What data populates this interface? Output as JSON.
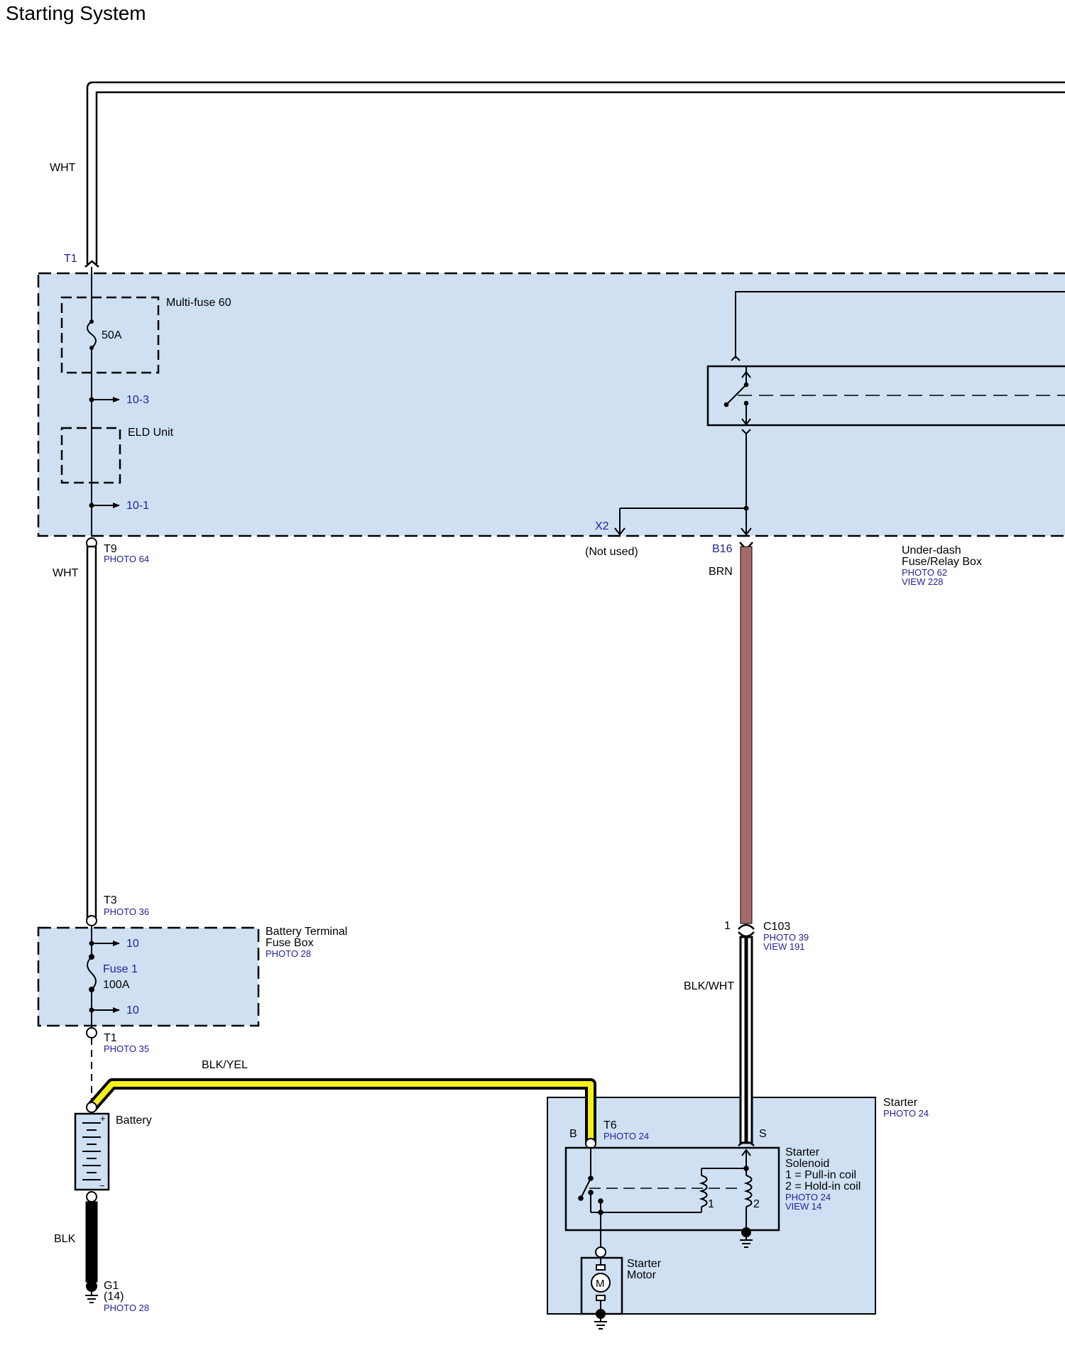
{
  "title": "Starting System",
  "colors": {
    "zone_fill": "#cfe0f3",
    "wire_yellow": "#f5ef1a",
    "wire_brown": "#a56b69",
    "connector_label": "#1f1f9a"
  },
  "top": {
    "wire_color": "WHT",
    "connector": "T1"
  },
  "underhood_box": {
    "multifuse_name": "Multi-fuse 60",
    "multifuse_rating": "50A",
    "branch_upper": "10-3",
    "eld_name": "ELD Unit",
    "branch_lower": "10-1",
    "connector_left": "T9",
    "connector_left_photo": "PHOTO 64",
    "connector_x2": "X2",
    "not_used": "(Not used)",
    "connector_b16": "B16"
  },
  "underdash_box": {
    "name_line1": "Under-dash",
    "name_line2": "Fuse/Relay Box",
    "photo": "PHOTO 62",
    "view": "VIEW 228"
  },
  "wires": {
    "wht_mid": "WHT",
    "brn": "BRN",
    "blk_wht": "BLK/WHT",
    "blk_yel": "BLK/YEL",
    "blk": "BLK"
  },
  "t3": {
    "connector": "T3",
    "photo": "PHOTO 36"
  },
  "battery_fuse_box": {
    "name_line1": "Battery Terminal",
    "name_line2": "Fuse Box",
    "photo": "PHOTO 28",
    "branch_upper": "10",
    "fuse_name": "Fuse 1",
    "fuse_rating": "100A",
    "branch_lower": "10",
    "connector": "T1",
    "connector_photo": "PHOTO 35"
  },
  "battery": {
    "label": "Battery",
    "plus": "+",
    "minus": "−"
  },
  "ground": {
    "name": "G1",
    "number": "(14)",
    "photo": "PHOTO 28"
  },
  "c103": {
    "pin": "1",
    "name": "C103",
    "photo": "PHOTO 39",
    "view": "VIEW 191"
  },
  "starter": {
    "name": "Starter",
    "photo": "PHOTO 24",
    "terminal_b": "B",
    "terminal_s": "S",
    "t6": "T6",
    "t6_photo": "PHOTO 24",
    "solenoid_line1": "Starter",
    "solenoid_line2": "Solenoid",
    "coil1_desc": "1 = Pull-in coil",
    "coil2_desc": "2 = Hold-in coil",
    "solenoid_photo": "PHOTO 24",
    "solenoid_view": "VIEW 14",
    "coil1_label": "1",
    "coil2_label": "2",
    "motor_line1": "Starter",
    "motor_line2": "Motor",
    "motor_symbol": "M"
  }
}
